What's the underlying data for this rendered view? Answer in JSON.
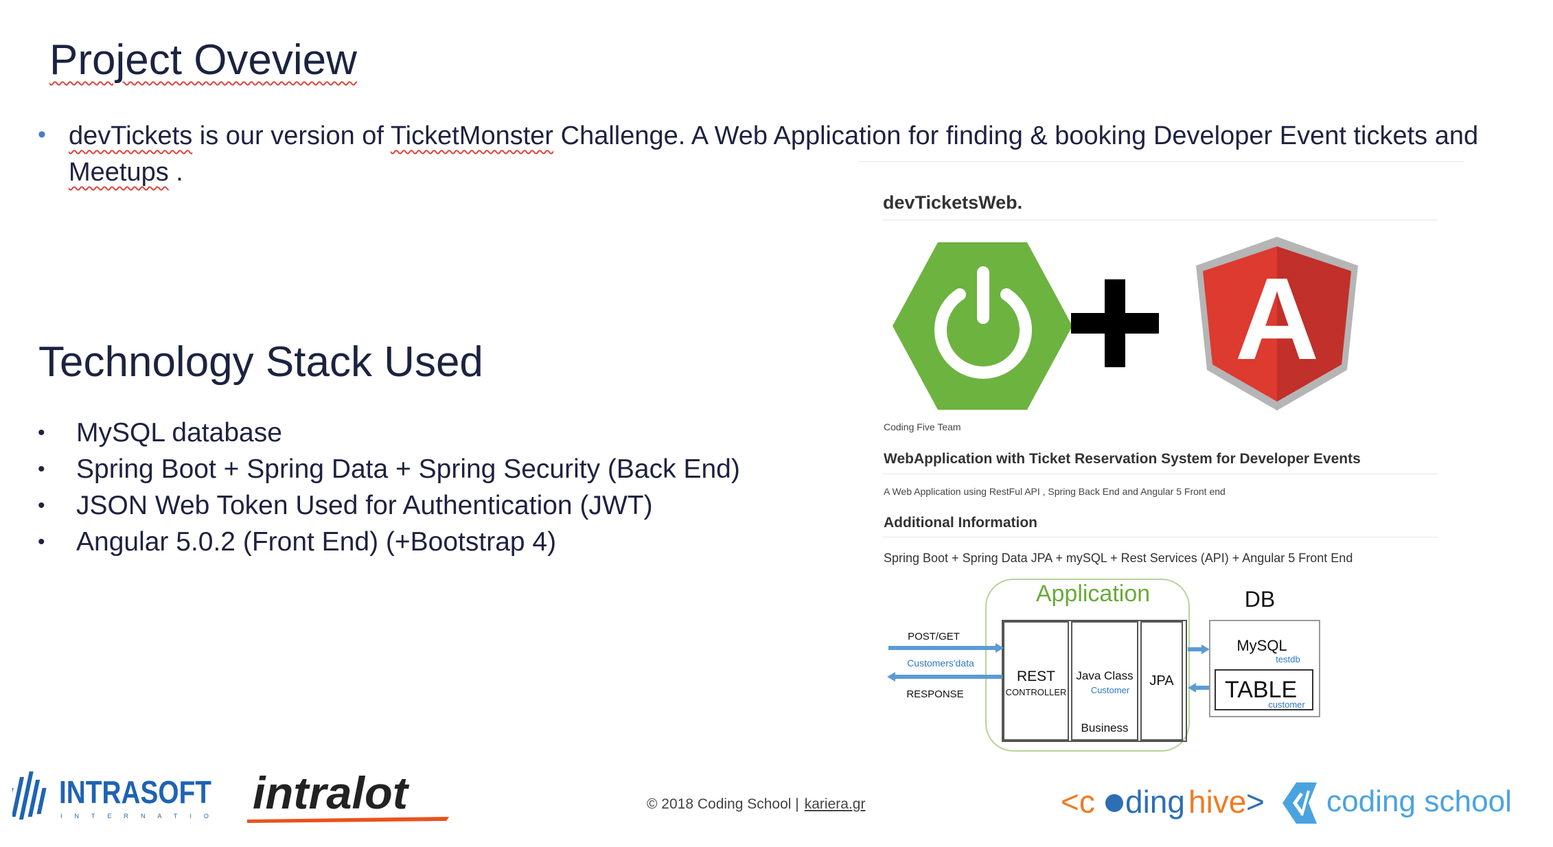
{
  "slide": {
    "title": "Project Oveview",
    "intro": {
      "part1": "devTickets",
      "part2": " is our version of ",
      "part3": "TicketMonster",
      "part4": " Challenge. A Web Application for finding & booking Developer Event tickets and ",
      "part5": "Meetups",
      "part6": " ."
    },
    "tech_title": "Technology Stack Used",
    "tech_items": [
      "MySQL database",
      "Spring Boot + Spring Data + Spring Security (Back End)",
      "JSON Web Token Used for Authentication (JWT)",
      "Angular 5.0.2  (Front End)  (+Bootstrap 4)"
    ]
  },
  "panel": {
    "title": "devTicketsWeb.",
    "team": "Coding Five Team",
    "heading_main": "WebApplication with Ticket Reservation System for Developer Events",
    "desc": "A Web Application using RestFul API , Spring Back End and Angular 5 Front end",
    "heading_add": "Additional Information",
    "stack_line": "Spring Boot + Spring Data JPA + mySQL + Rest Services (API) + Angular 5 Front End",
    "plus_symbol": "+",
    "angular_letter": "A"
  },
  "diagram": {
    "app_label": "Application",
    "db_label": "DB",
    "post_get": "POST/GET",
    "customers_data": "Customers'data",
    "response": "RESPONSE",
    "rest": "REST",
    "controller": "CONTROLLER",
    "java_class": "Java Class",
    "customer": "Customer",
    "business": "Business",
    "jpa": "JPA",
    "mysql": "MySQL",
    "testdb": "testdb",
    "table": "TABLE",
    "table_customer": "customer"
  },
  "footer": {
    "copyright": "© 2018 Coding School |",
    "link": "kariera.gr",
    "intrasoft": "INTRASOFT",
    "intrasoft_sub": "INTERNATIONAL",
    "intralot": "intralot",
    "codinghive_left": "<c",
    "codinghive_mid": "ding",
    "codinghive_hive": "hive",
    "codinghive_right": ">",
    "codingschool": "coding school"
  },
  "colors": {
    "title": "#1b2340",
    "bullet_blue": "#4a7ac8",
    "spring_green": "#6db33f",
    "angular_red": "#dd3a30",
    "diagram_blue": "#5b9bd5",
    "app_green": "#6aaa3a",
    "hive_orange": "#f07b22",
    "hive_blue": "#2e6eb5",
    "school_blue": "#4aa3df"
  }
}
